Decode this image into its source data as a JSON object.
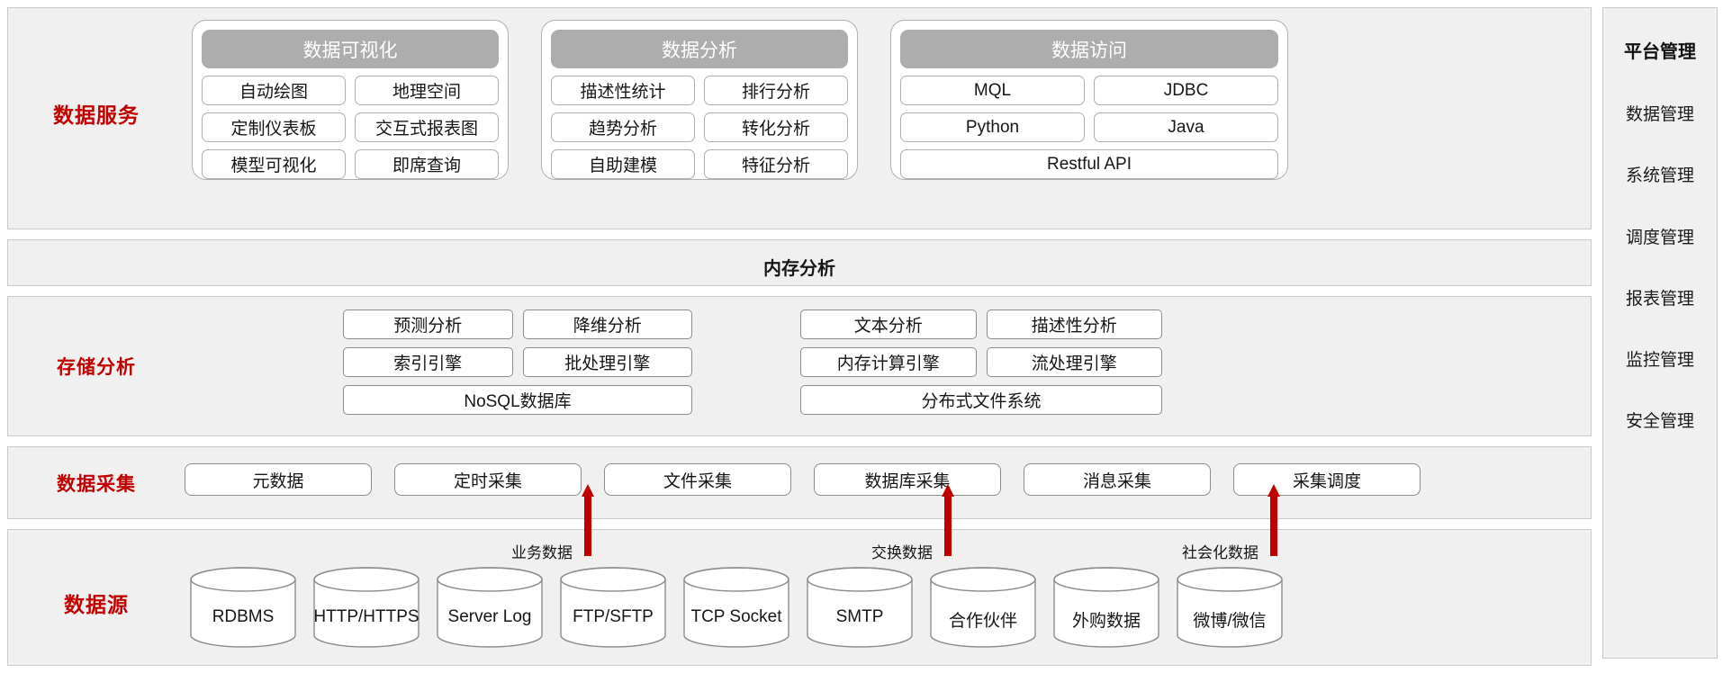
{
  "sections": {
    "data_service": {
      "label": "数据服务",
      "groups": [
        {
          "title": "数据可视化",
          "items": [
            "自动绘图",
            "地理空间",
            "定制仪表板",
            "交互式报表图",
            "模型可视化",
            "即席查询"
          ]
        },
        {
          "title": "数据分析",
          "items": [
            "描述性统计",
            "排行分析",
            "趋势分析",
            "转化分析",
            "自助建模",
            "特征分析"
          ]
        },
        {
          "title": "数据访问",
          "items": [
            "MQL",
            "JDBC",
            "Python",
            "Java"
          ],
          "wide_item": "Restful API"
        }
      ]
    },
    "memory_analysis": {
      "title": "内存分析"
    },
    "storage_analysis": {
      "label": "存储分析",
      "left_cluster": {
        "items": [
          "预测分析",
          "降维分析",
          "索引引擎",
          "批处理引擎"
        ],
        "wide_item": "NoSQL数据库"
      },
      "right_cluster": {
        "items": [
          "文本分析",
          "描述性分析",
          "内存计算引擎",
          "流处理引擎"
        ],
        "wide_item": "分布式文件系统"
      }
    },
    "data_collection": {
      "label": "数据采集",
      "items": [
        "元数据",
        "定时采集",
        "文件采集",
        "数据库采集",
        "消息采集",
        "采集调度"
      ]
    },
    "data_source": {
      "label": "数据源",
      "items": [
        "RDBMS",
        "HTTP/HTTPS",
        "Server Log",
        "FTP/SFTP",
        "TCP Socket",
        "SMTP",
        "合作伙伴",
        "外购数据",
        "微博/微信"
      ]
    }
  },
  "flows": [
    {
      "label": "业务数据"
    },
    {
      "label": "交换数据"
    },
    {
      "label": "社会化数据"
    }
  ],
  "sidebar": {
    "title": "平台管理",
    "items": [
      "数据管理",
      "系统管理",
      "调度管理",
      "报表管理",
      "监控管理",
      "安全管理"
    ]
  },
  "colors": {
    "accent_red": "#c00000",
    "group_header": "#adadad",
    "band_bg": "#f0f0f0",
    "band_border": "#c9c9c9"
  }
}
